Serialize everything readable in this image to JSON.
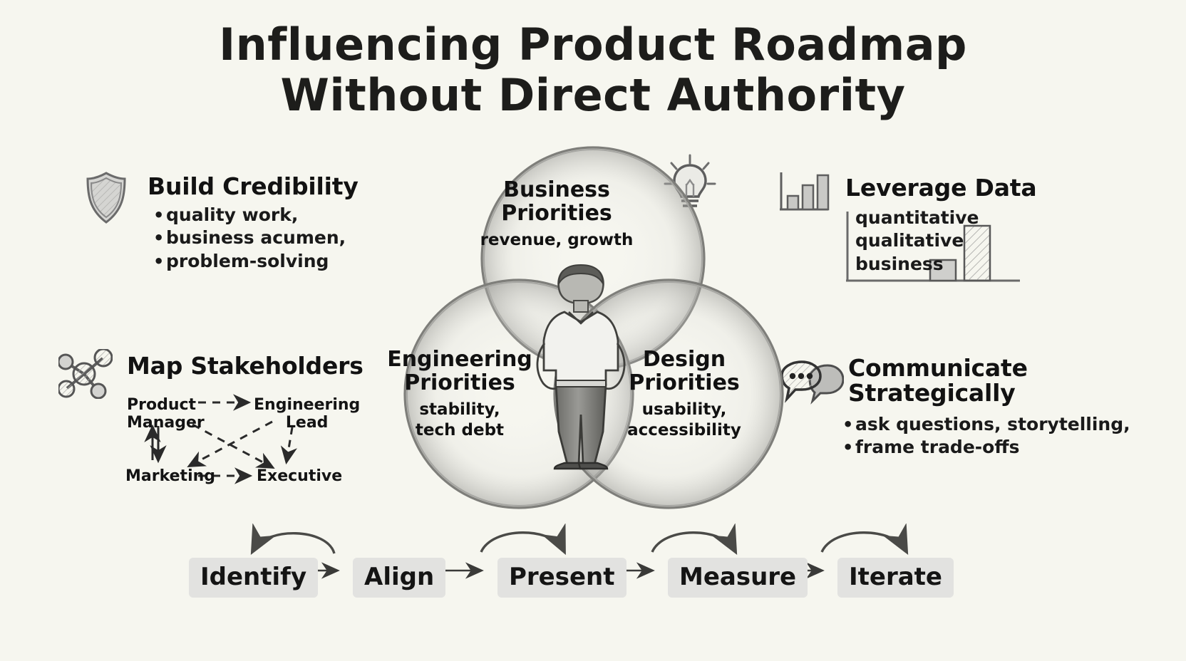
{
  "title": {
    "line1": "Influencing Product Roadmap",
    "line2": "Without Direct Authority"
  },
  "colors": {
    "background": "#f6f6ef",
    "text": "#141414",
    "pencil": "#6e6e6e",
    "highlight": "#e2e2e0"
  },
  "sections": {
    "credibility": {
      "icon": "shield-icon",
      "title": "Build Credibility",
      "bullets": [
        "quality work,",
        "business acumen,",
        "problem-solving"
      ]
    },
    "leverage": {
      "icon": "bar-chart-icon",
      "title": "Leverage Data",
      "items": [
        "quantitative",
        "qualitative",
        "business"
      ]
    },
    "stakeholders": {
      "icon": "network-icon",
      "title": "Map Stakeholders",
      "nodes": {
        "product_manager": "Product\nManager",
        "product_manager_l1": "Product",
        "product_manager_l2": "Manager",
        "engineering_lead_l1": "Engineering",
        "engineering_lead_l2": "Lead",
        "marketing": "Marketing",
        "executive": "Executive"
      }
    },
    "communicate": {
      "icon": "speech-bubbles-icon",
      "title_line1": "Communicate",
      "title_line2": "Strategically",
      "bullets": [
        "ask questions, storytelling,",
        "frame trade-offs"
      ]
    }
  },
  "venn": {
    "business": {
      "head_line1": "Business",
      "head_line2": "Priorities",
      "sub": "revenue, growth"
    },
    "engineering": {
      "head_line1": "Engineering",
      "head_line2": "Priorities",
      "sub_line1": "stability,",
      "sub_line2": "tech debt"
    },
    "design": {
      "head_line1": "Design",
      "head_line2": "Priorities",
      "sub_line1": "usability,",
      "sub_line2": "accessibility"
    },
    "center_figure": "person-illustration",
    "idea_icon": "lightbulb-icon"
  },
  "flow": {
    "steps": [
      "Identify",
      "Align",
      "Present",
      "Measure",
      "Iterate"
    ]
  },
  "chart_data": {
    "type": "bar",
    "title": "Leverage Data",
    "categories": [
      "quantitative",
      "qualitative",
      "business"
    ],
    "values": [
      40,
      85,
      100
    ],
    "xlabel": "",
    "ylabel": "",
    "ylim": [
      0,
      100
    ],
    "grid": false,
    "legend": "none",
    "note": "decorative hand-drawn bar chart icon and backdrop bars"
  }
}
